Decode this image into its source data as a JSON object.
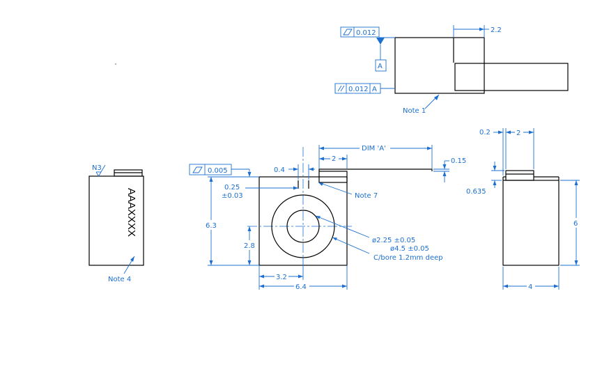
{
  "top_view": {
    "flatness_value": "0.012",
    "datum": "A",
    "parallel_value": "0.012",
    "parallel_datum": "A",
    "overhang_dim": "2.2",
    "note_label": "Note 1"
  },
  "left_view": {
    "finish_label": "N3",
    "marking_text": "AAAXXXX",
    "note_label": "Note 4"
  },
  "front_view": {
    "flatness_value": "0.005",
    "gap_dim": "0.4",
    "tab_offset_dim": "2",
    "dim_a_label": "DIM 'A'",
    "thickness_dim": "0.15",
    "slot_depth_dim": "0.25",
    "slot_depth_tol": "±0.03",
    "note7_label": "Note 7",
    "height_dim": "6.3",
    "center_height_dim": "2.8",
    "center_width_dim": "3.2",
    "width_dim": "6.4",
    "bore_label": "ø2.25 ±0.05",
    "cbore_label": "ø4.5 ±0.05",
    "cbore_depth_label": "C/bore 1.2mm deep"
  },
  "right_view": {
    "offset_dim": "0.2",
    "tab_width_dim": "2",
    "tab_height_dim": "0.635",
    "height_dim": "6",
    "width_dim": "4"
  }
}
